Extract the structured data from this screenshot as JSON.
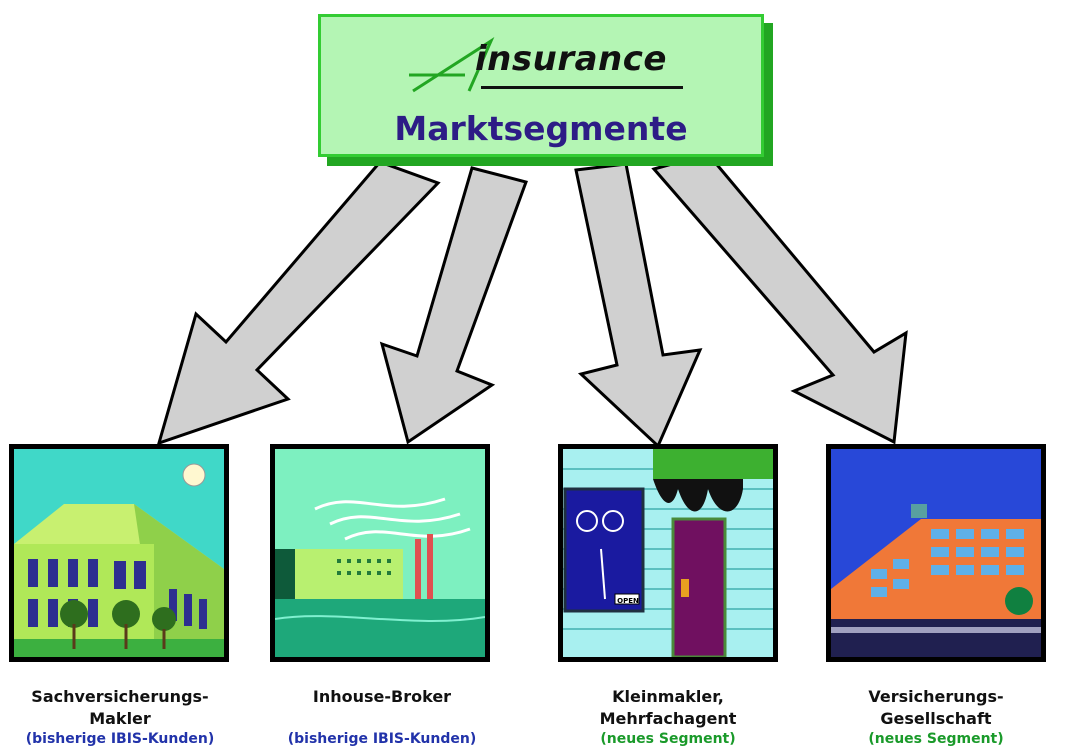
{
  "header": {
    "brand": "insurance",
    "title": "Marktsegmente"
  },
  "segments": [
    {
      "line1": "Sachversicherungs-",
      "line2": "Makler",
      "note": "(bisherige IBIS-Kunden)",
      "note_color": "#2233aa"
    },
    {
      "line1": "Inhouse-Broker",
      "line2": "",
      "note": "(bisherige IBIS-Kunden)",
      "note_color": "#2233aa"
    },
    {
      "line1": "Kleinmakler,",
      "line2": "Mehrfachagent",
      "note": "(neues Segment)",
      "note_color": "#1a9a2a"
    },
    {
      "line1": "Versicherungs-",
      "line2": "Gesellschaft",
      "note": "(neues Segment)",
      "note_color": "#1a9a2a"
    }
  ],
  "shop_sign": "OPEN",
  "colors": {
    "box_fill": "#b4f5b4",
    "box_border": "#33cc33",
    "title_color": "#2d1c86",
    "arrow_fill": "#d0d0d0"
  }
}
